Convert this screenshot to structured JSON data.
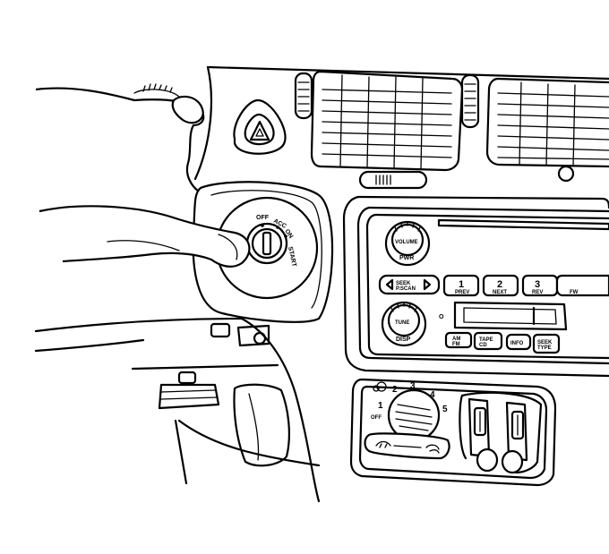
{
  "ignition": {
    "off": "OFF",
    "acc": "ACC",
    "on": "ON",
    "start": "START"
  },
  "radio": {
    "pwr_vol_knob": "VOLUME",
    "pwr_label": "PWR",
    "seek_scan": "SEEK\nP.SCAN",
    "tune_knob": "TUNE",
    "disp_label": "DISP",
    "presets": [
      {
        "num": "1",
        "sub": "PREV"
      },
      {
        "num": "2",
        "sub": "NEXT"
      },
      {
        "num": "3",
        "sub": "REV"
      },
      {
        "num": "",
        "sub": "FW"
      }
    ],
    "am_fm": "AM\nFM",
    "tape_cd": "TAPE\nCD",
    "info": "INFO",
    "seek_type": "SEEK\nTYPE",
    "cd_indicator": "O"
  },
  "climate": {
    "fan_speeds": [
      "1",
      "2",
      "3",
      "4",
      "5"
    ],
    "off": "OFF"
  }
}
